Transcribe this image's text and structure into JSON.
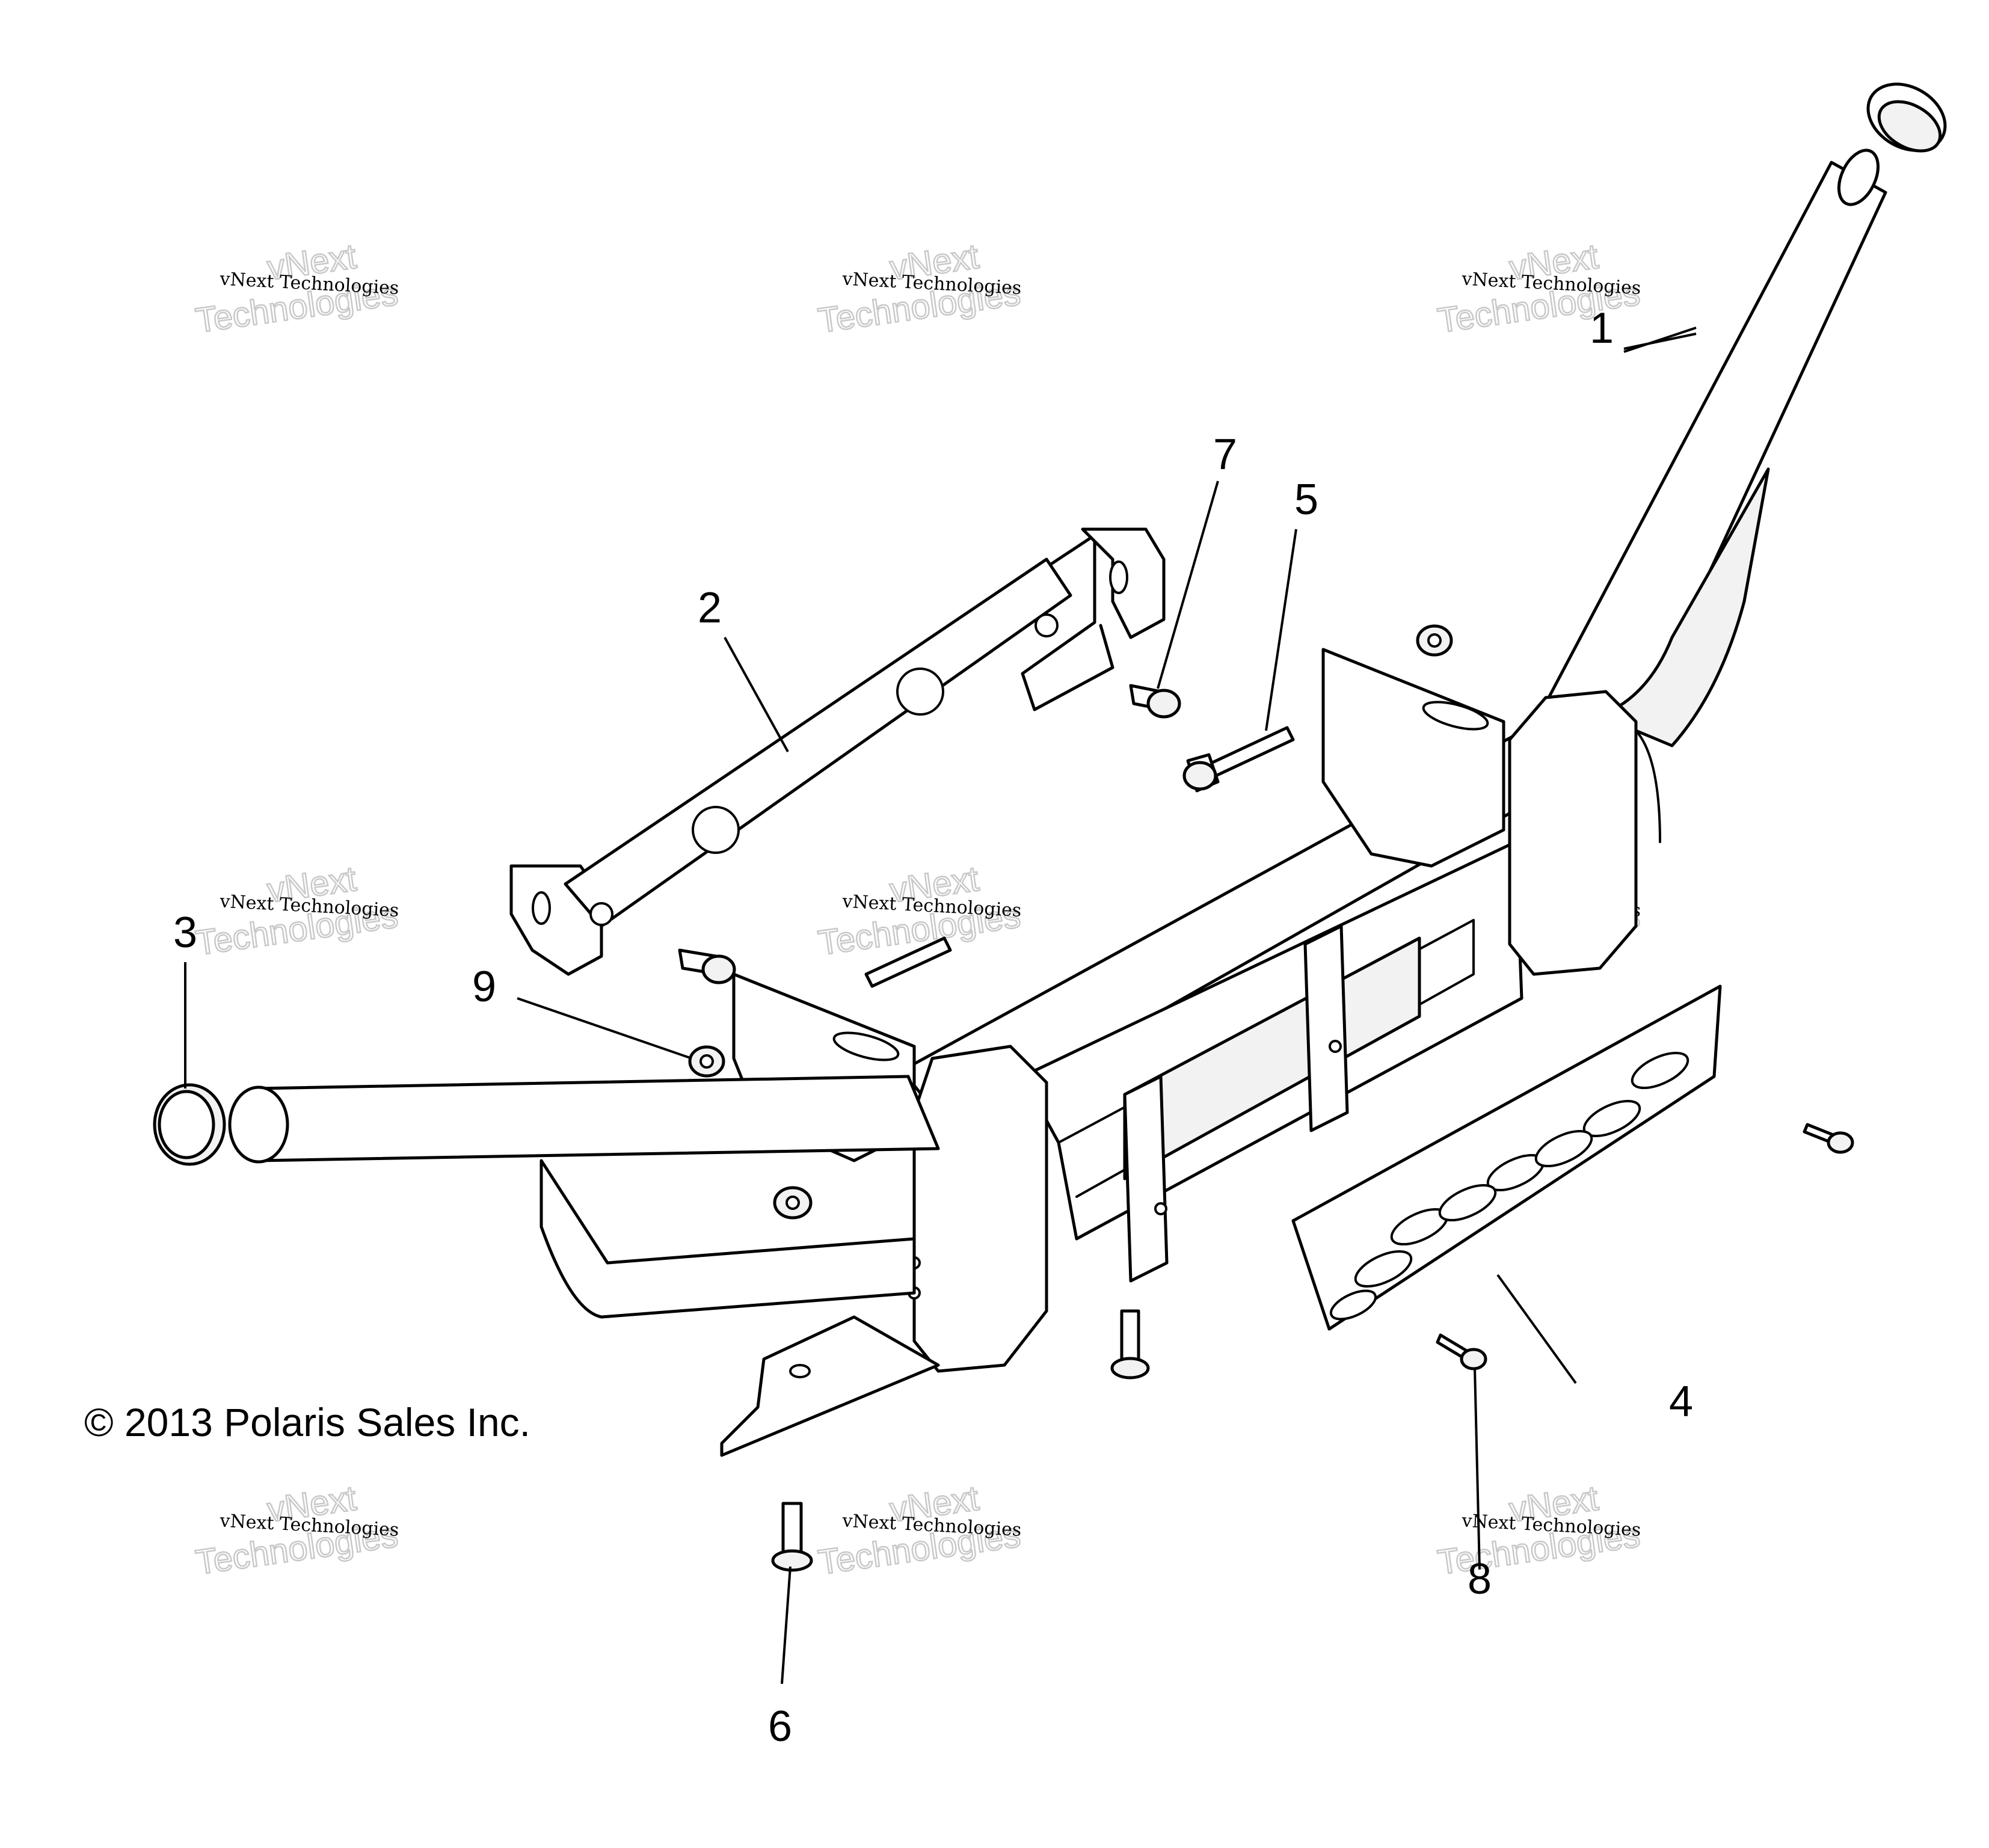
{
  "callouts": [
    "1",
    "2",
    "3",
    "4",
    "5",
    "6",
    "7",
    "8",
    "9"
  ],
  "copyright": "© 2013 Polaris Sales Inc.",
  "watermark": {
    "line_small": "vNext Technologies",
    "line_top": "vNext",
    "line_bottom": "Technologies"
  },
  "colors": {
    "line": "#000000",
    "background": "#ffffff",
    "watermark": "#c9c9c9"
  }
}
